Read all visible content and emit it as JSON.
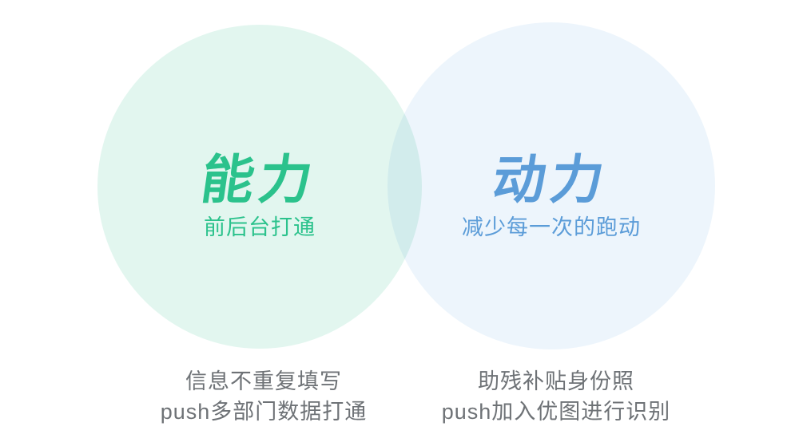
{
  "page": {
    "background_color": "#ffffff"
  },
  "venn": {
    "left_circle": {
      "title": "能力",
      "subtitle": "前后台打通",
      "fill_color": "#e2f6ef",
      "text_color": "#2bc28c"
    },
    "right_circle": {
      "title": "动力",
      "subtitle": "减少每一次的跑动",
      "fill_color": "#edf5fc",
      "text_color": "#5b9cd8"
    },
    "overlap_color": "#d6ecf0"
  },
  "captions": {
    "text_color": "#6e7276",
    "left": {
      "line1": "信息不重复填写",
      "line2": "push多部门数据打通"
    },
    "right": {
      "line1": "助残补贴身份照",
      "line2": "push加入优图进行识别"
    }
  }
}
